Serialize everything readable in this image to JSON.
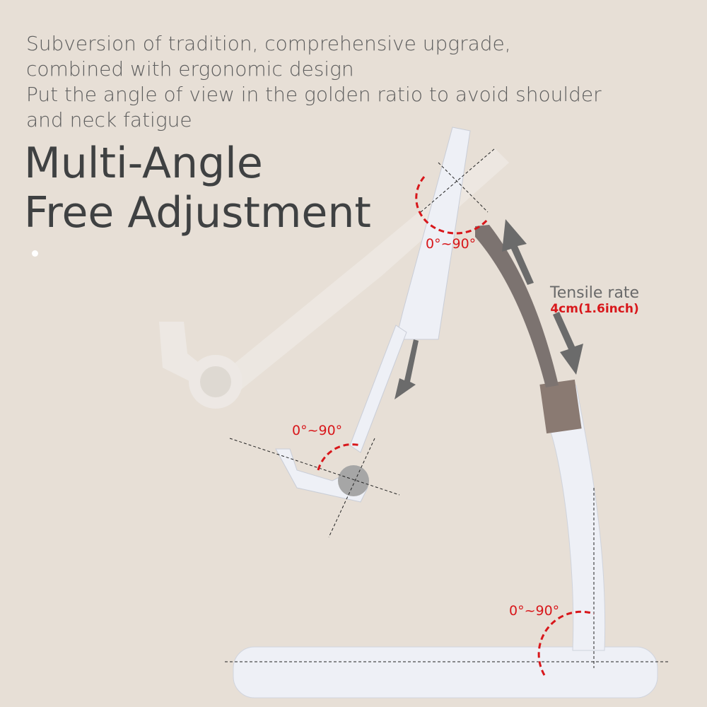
{
  "intro_lines": [
    "Subversion of tradition, comprehensive upgrade,",
    "combined with ergonomic design",
    "Put the angle of view in the golden ratio to avoid shoulder",
    "and neck fatigue"
  ],
  "title_lines": [
    "Multi-Angle",
    "Free Adjustment"
  ],
  "angles": {
    "top": "0°~90°",
    "holder": "0°~90°",
    "base": "0°~90°"
  },
  "tensile": {
    "label": "Tensile rate",
    "value": "4cm(1.6inch)"
  },
  "colors": {
    "background": "#e7dfd6",
    "accent": "#d8171b",
    "text": "#3f4142"
  }
}
